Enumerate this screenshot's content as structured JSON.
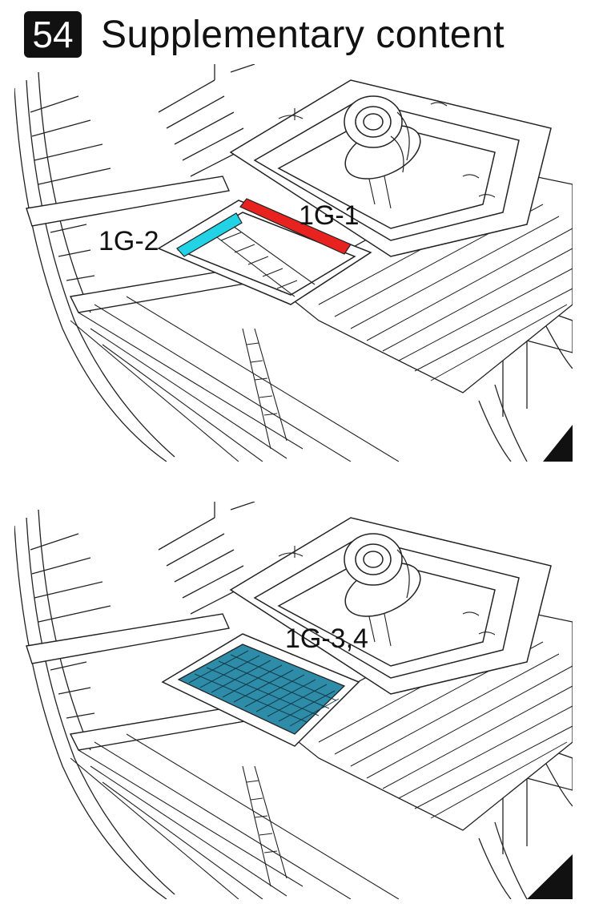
{
  "header": {
    "step_number": "54",
    "title": "Supplementary content"
  },
  "panels": [
    {
      "labels": {
        "part_1": "1G-1",
        "part_2": "1G-2"
      }
    },
    {
      "labels": {
        "part_1": "1G-3,4"
      }
    }
  ],
  "colors": {
    "highlight_red": "#e8231f",
    "highlight_cyan": "#22d3e6",
    "grating_blue": "#2e8ca8",
    "line": "#222222"
  }
}
